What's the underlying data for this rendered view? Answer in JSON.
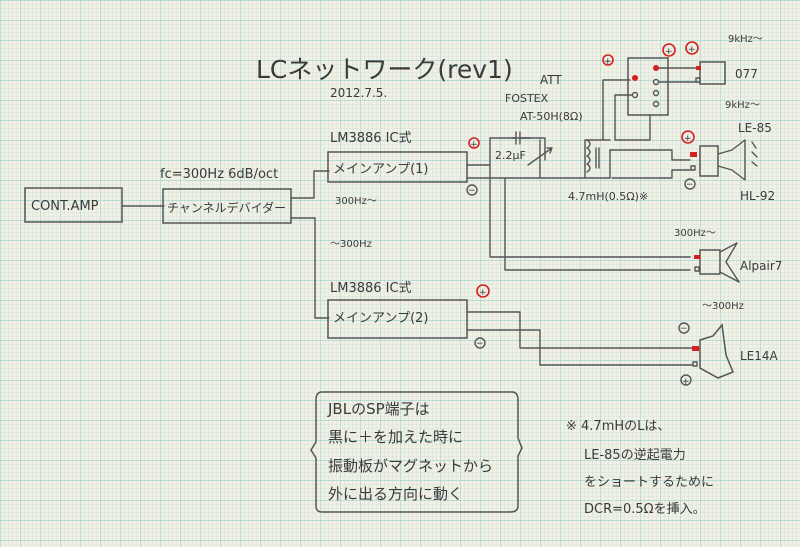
{
  "title": "LCネットワーク(rev1)",
  "date": "2012.7.5.",
  "blocks": {
    "control_amp": "CONT.AMP",
    "channel_divider": "チャンネルデバイダー",
    "divider_spec": "fc=300Hz 6dB/oct",
    "amp1_type": "LM3886 IC式",
    "amp1": "メインアンプ(1)",
    "amp1_band": "300Hz〜",
    "amp2_band": "〜300Hz",
    "amp2_type": "LM3886 IC式",
    "amp2": "メインアンプ(2)"
  },
  "network": {
    "att_label": "ATT",
    "att_maker": "FOSTEX",
    "att_model": "AT-50H(8Ω)",
    "capacitor": "2.2μF",
    "inductor": "4.7mH(0.5Ω)※"
  },
  "speakers": [
    {
      "band": "9kHz〜",
      "name": "077"
    },
    {
      "band": "9kHz〜",
      "name": "LE-85",
      "horn": "HL-92"
    },
    {
      "band": "300Hz〜",
      "name": "Alpair7"
    },
    {
      "band": "〜300Hz",
      "name": "LE14A"
    }
  ],
  "polarity": {
    "plus": "+",
    "minus": "−"
  },
  "jbl_note": [
    "JBLのSP端子は",
    "黒に＋を加えた時に",
    "振動板がマグネットから",
    "外に出る方向に動く"
  ],
  "footnote": [
    "※ 4.7mHのLは、",
    "LE-85の逆起電力",
    "をショートするために",
    "DCR=0.5Ωを挿入。"
  ],
  "colors": {
    "paper": "#f3efe2",
    "grid": "#8fd3d6",
    "pencil": "#555555",
    "red": "#d42020"
  }
}
